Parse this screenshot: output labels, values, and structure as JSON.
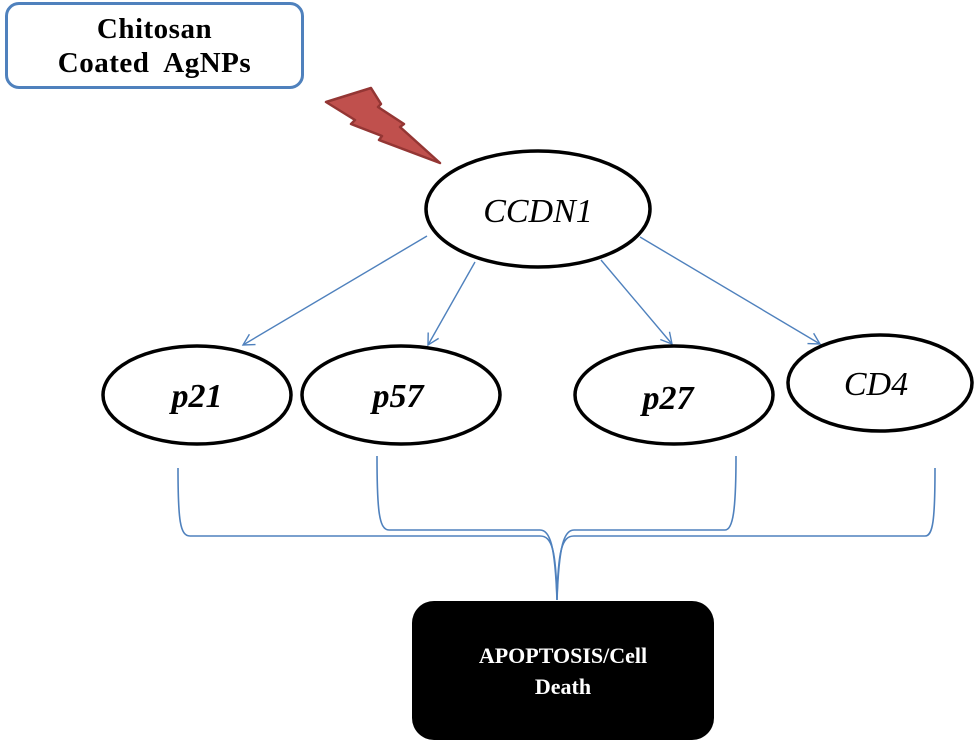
{
  "trigger": {
    "line1": "Chitosan",
    "line2": "Coated  AgNPs",
    "border_color": "#4f81bd"
  },
  "bolt": {
    "icon": "lightning-bolt-icon",
    "fill": "#c0504d",
    "stroke": "#943634"
  },
  "hub": {
    "label": "CCDN1"
  },
  "targets": [
    {
      "id": "p21",
      "label": "p21"
    },
    {
      "id": "p57",
      "label": "p57"
    },
    {
      "id": "p27",
      "label": "p27"
    },
    {
      "id": "cd4",
      "label": "CD4"
    }
  ],
  "connector_color": "#4f81bd",
  "outcome": {
    "line1": "APOPTOSIS/Cell",
    "line2": "Death",
    "background": "#000000",
    "text_color": "#ffffff"
  }
}
